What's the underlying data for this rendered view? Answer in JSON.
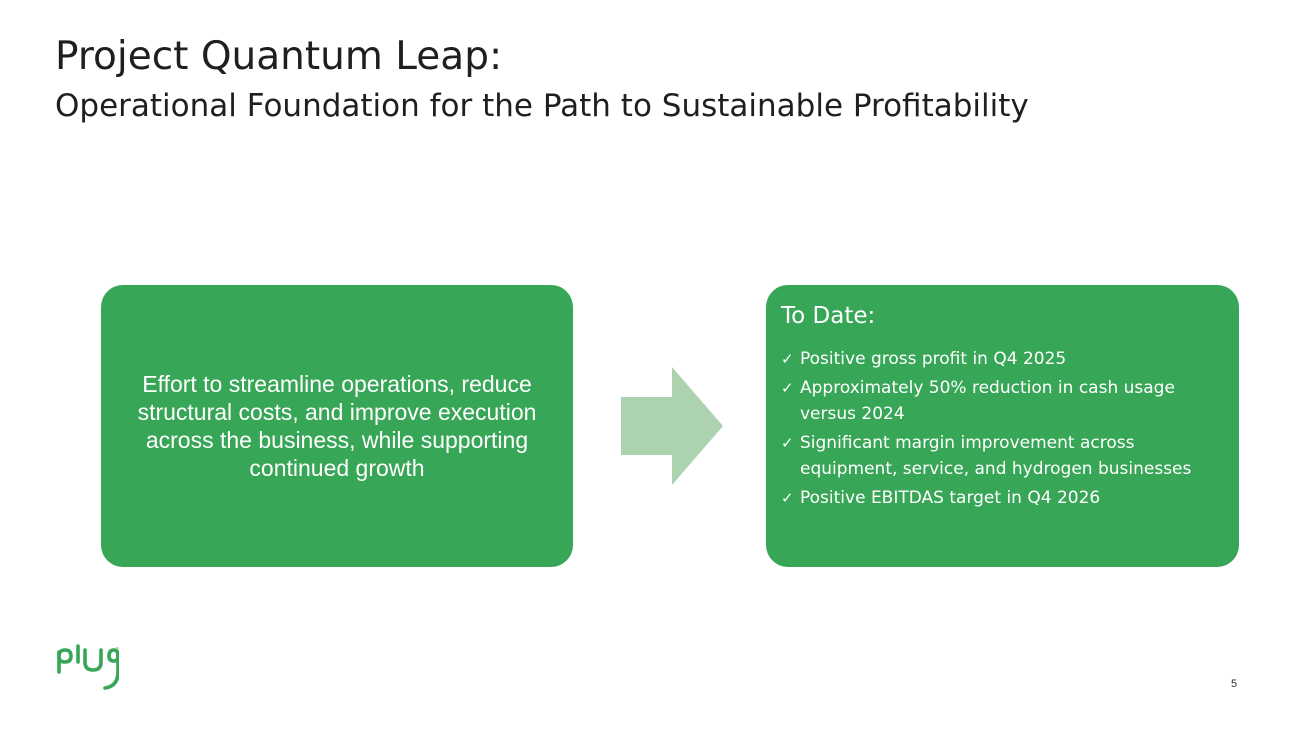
{
  "header": {
    "title": "Project Quantum Leap:",
    "subtitle": "Operational Foundation for the Path to Sustainable Profitability"
  },
  "left_box": {
    "text": "Effort to streamline operations, reduce structural costs, and improve execution across the business, while supporting continued growth"
  },
  "right_box": {
    "heading": "To Date:",
    "check_symbol": "✓",
    "items": [
      {
        "text": "Positive gross profit in Q4 2025"
      },
      {
        "text": "Approximately 50% reduction in cash usage versus 2024"
      },
      {
        "text": "Significant margin improvement across equipment, service, and hydrogen businesses"
      },
      {
        "text": "Positive EBITDAS target in Q4 2026"
      }
    ]
  },
  "footer": {
    "logo_text": "plug",
    "page_number": "5"
  },
  "colors": {
    "box_green": "#38a657",
    "arrow_green": "#acd2b0",
    "logo_green": "#38a657",
    "text_dark": "#1f1f1f"
  },
  "icons": {
    "arrow": "right-arrow-icon",
    "check": "checkmark-icon",
    "logo": "plug-logo"
  }
}
